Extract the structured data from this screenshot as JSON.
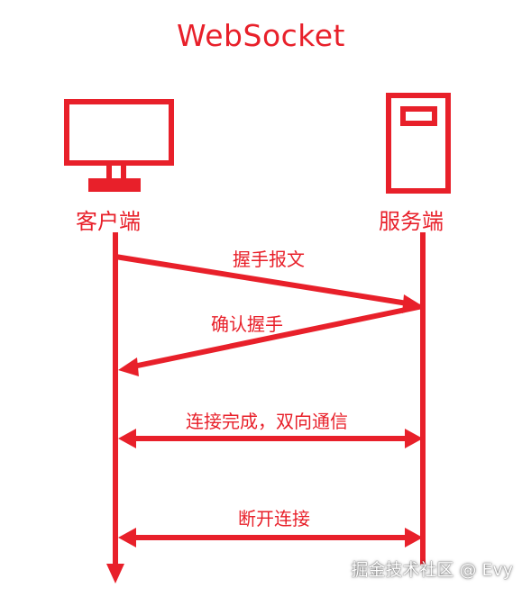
{
  "title": "WebSocket",
  "colors": {
    "accent": "#e8202a",
    "background": "#ffffff"
  },
  "nodes": {
    "client": {
      "label": "客户端",
      "icon": "monitor-icon"
    },
    "server": {
      "label": "服务端",
      "icon": "server-tower-icon"
    }
  },
  "messages": [
    {
      "label": "握手报文",
      "direction": "client-to-server"
    },
    {
      "label": "确认握手",
      "direction": "server-to-client"
    },
    {
      "label": "连接完成，双向通信",
      "direction": "bidirectional"
    },
    {
      "label": "断开连接",
      "direction": "bidirectional"
    }
  ],
  "watermark": "掘金技术社区 @ Evy"
}
